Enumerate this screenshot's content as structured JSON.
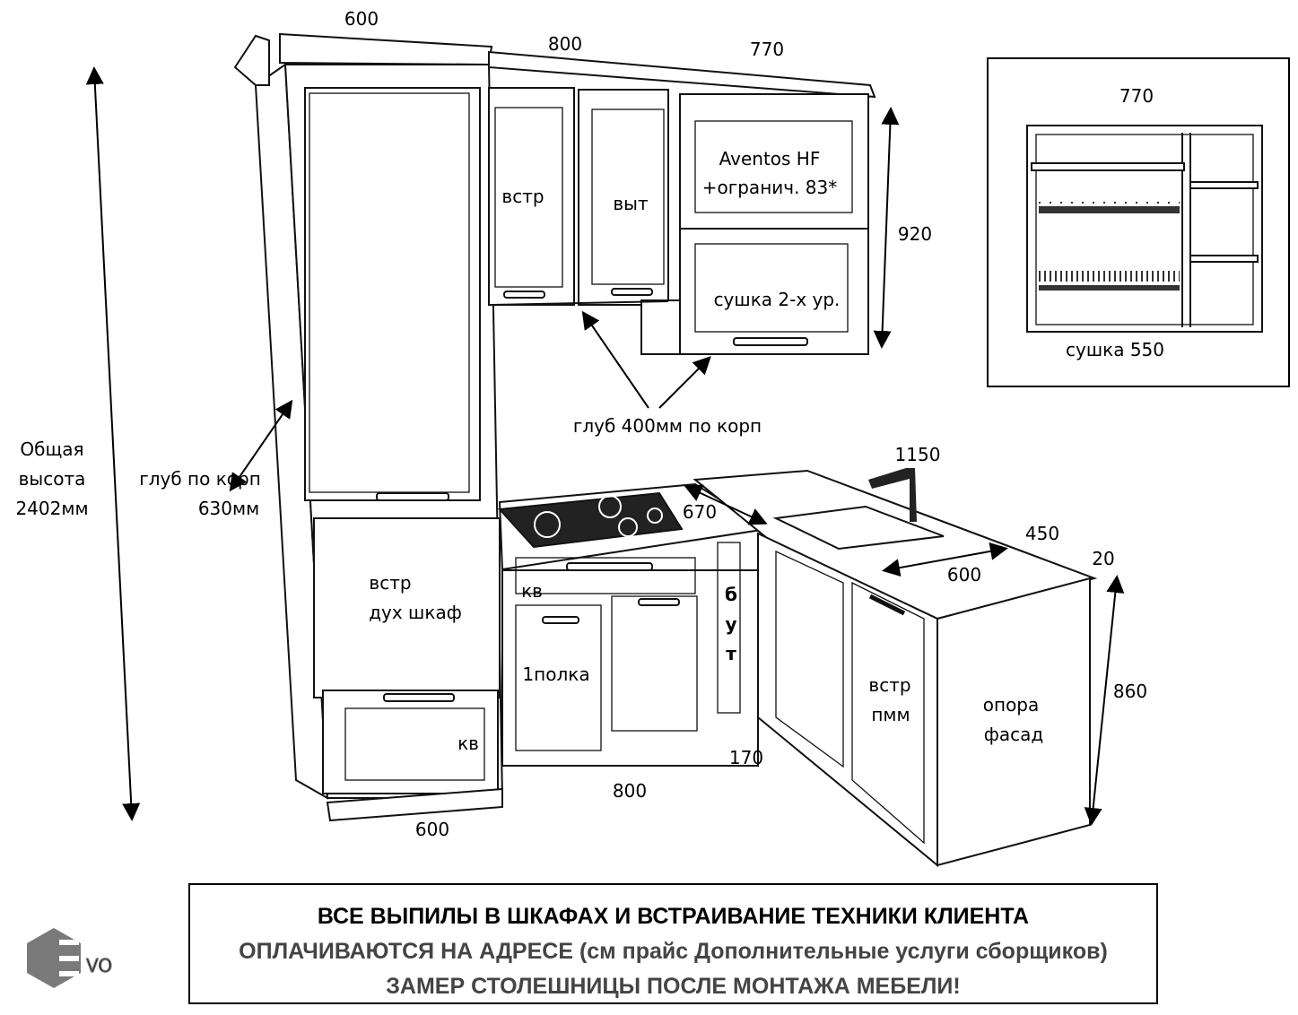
{
  "dimensions": {
    "tall_width": "600",
    "upper_mid_width": "800",
    "upper_right_width": "770",
    "upper_height": "920",
    "total_height": [
      "Общая",
      "высота",
      "2402мм"
    ],
    "tall_depth": [
      "глуб по корп",
      "630мм"
    ],
    "upper_depth": "глуб 400мм по корп",
    "corner_length": "1150",
    "countertop_depth": "670",
    "right_width": "450",
    "panel_thickness": "20",
    "sink_width": "600",
    "base_height": "860",
    "filler_width": "170",
    "base_mid_width": "800",
    "tall_bottom_width": "600"
  },
  "labels": {
    "upper_left": "встр",
    "upper_mid": "выт",
    "aventos_line1": "Aventos HF",
    "aventos_line2": "+огранич. 83*",
    "dryer": "сушка 2-х ур.",
    "oven_line1": "встр",
    "oven_line2": "дух шкаф",
    "drawer_kv_top": "кв",
    "bottle_letters": [
      "б",
      "у",
      "т"
    ],
    "shelf": "1полка",
    "drawer_kv_bottom": "кв",
    "dishwasher_line1": "встр",
    "dishwasher_line2": "пмм",
    "support_line1": "опора",
    "support_line2": "фасад"
  },
  "inset": {
    "width": "770",
    "caption": "сушка 550"
  },
  "notice": {
    "line1": "ВСЕ ВЫПИЛЫ В ШКАФАХ И ВСТРАИВАНИЕ ТЕХНИКИ КЛИЕНТА",
    "line2": "ОПЛАЧИВАЮТСЯ НА АДРЕСЕ (см прайс Дополнительные услуги сборщиков)",
    "line3": "ЗАМЕР СТОЛЕШНИЦЫ ПОСЛЕ МОНТАЖА МЕБЕЛИ!"
  },
  "logo": {
    "text": "EVO",
    "color": "#7a7a7a"
  }
}
